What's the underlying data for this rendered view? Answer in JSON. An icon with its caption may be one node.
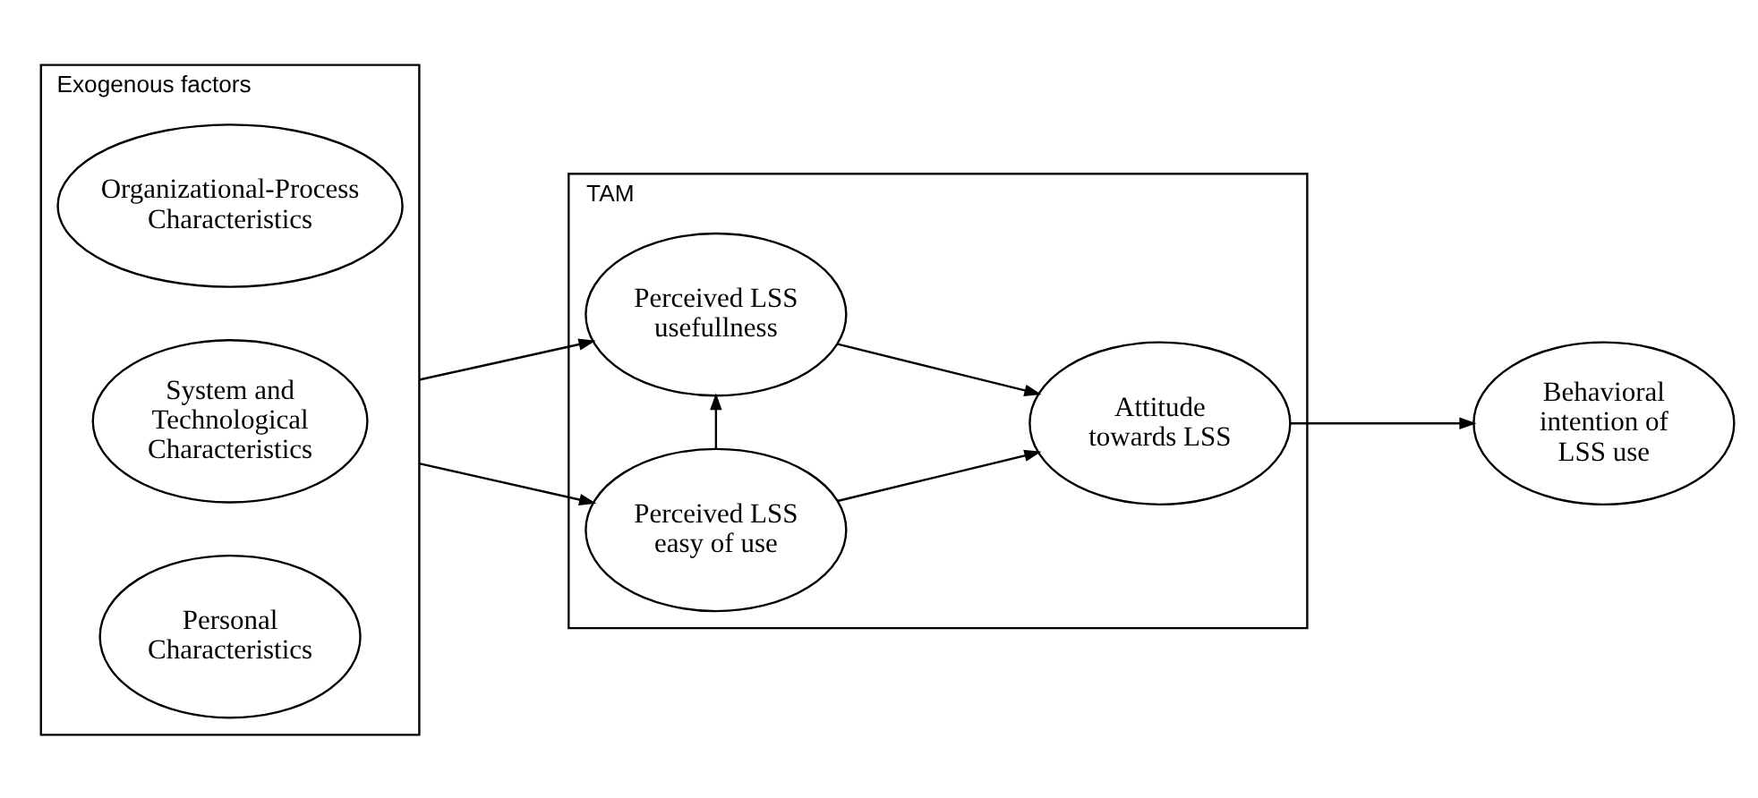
{
  "diagram": {
    "nodes": [
      {
        "text": [
          "Exogenous factors"
        ]
      },
      {
        "text": [
          "Organizational-Process Characteristics"
        ],
        "in": 0
      },
      {
        "text": [
          "System and Technological Characteristics"
        ],
        "in": 0
      },
      {
        "text": [
          "Personal Characteristics"
        ],
        "in": 0
      },
      {
        "text": [
          "TAM"
        ]
      },
      {
        "text": [
          "Perceived LSS usefullness"
        ],
        "in": 4
      },
      {
        "text": [
          "Perceived LSS easy of use"
        ],
        "in": 4
      },
      {
        "text": [
          "Attitude towards LSS"
        ],
        "in": 4
      },
      {
        "text": [
          "Behavioral intention of LSS use"
        ]
      }
    ],
    "edges": [
      {
        "from": 0,
        "to": 5,
        "arrow": "to"
      },
      {
        "from": 0,
        "to": 6,
        "arrow": "to"
      },
      {
        "from": 6,
        "to": 5,
        "arrow": "to"
      },
      {
        "from": 5,
        "to": 7,
        "arrow": "to"
      },
      {
        "from": 6,
        "to": 7,
        "arrow": "to"
      },
      {
        "from": 7,
        "to": 8,
        "arrow": "to"
      }
    ]
  }
}
